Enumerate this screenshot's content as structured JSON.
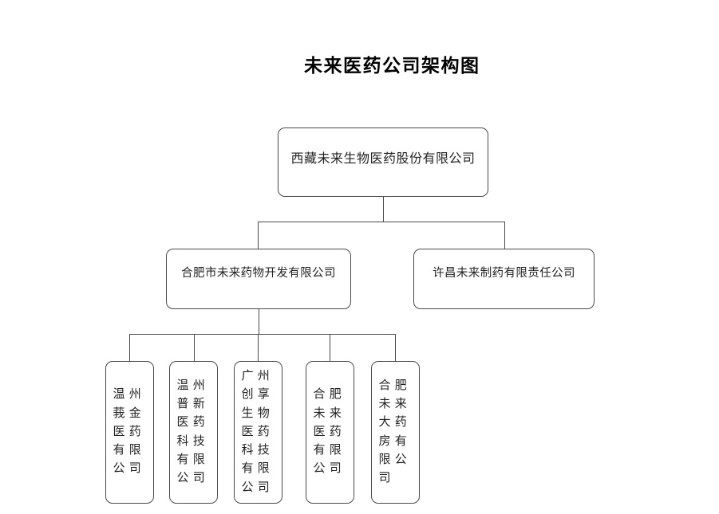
{
  "title": "未来医药公司架构图",
  "org": {
    "root": {
      "name": "西藏未来生物医药股份有限公司",
      "children": [
        {
          "name": "合肥市未来药物开发有限公司",
          "children": [
            {
              "name": "温州莪金医药有限公司"
            },
            {
              "name": "温州普新医药科技有限公司"
            },
            {
              "name": "广州创享生物医药科技有限公司"
            },
            {
              "name": "合肥未来医药有限公司"
            },
            {
              "name": "合肥未来大药房有限公司"
            }
          ]
        },
        {
          "name": "许昌未来制药有限责任公司",
          "children": []
        }
      ]
    }
  },
  "colors": {
    "background": "#ffffff",
    "box_border": "#4a4a4a",
    "connector_line": "#4a4a4a",
    "box_text": "#222222",
    "title_text": "#000000"
  }
}
